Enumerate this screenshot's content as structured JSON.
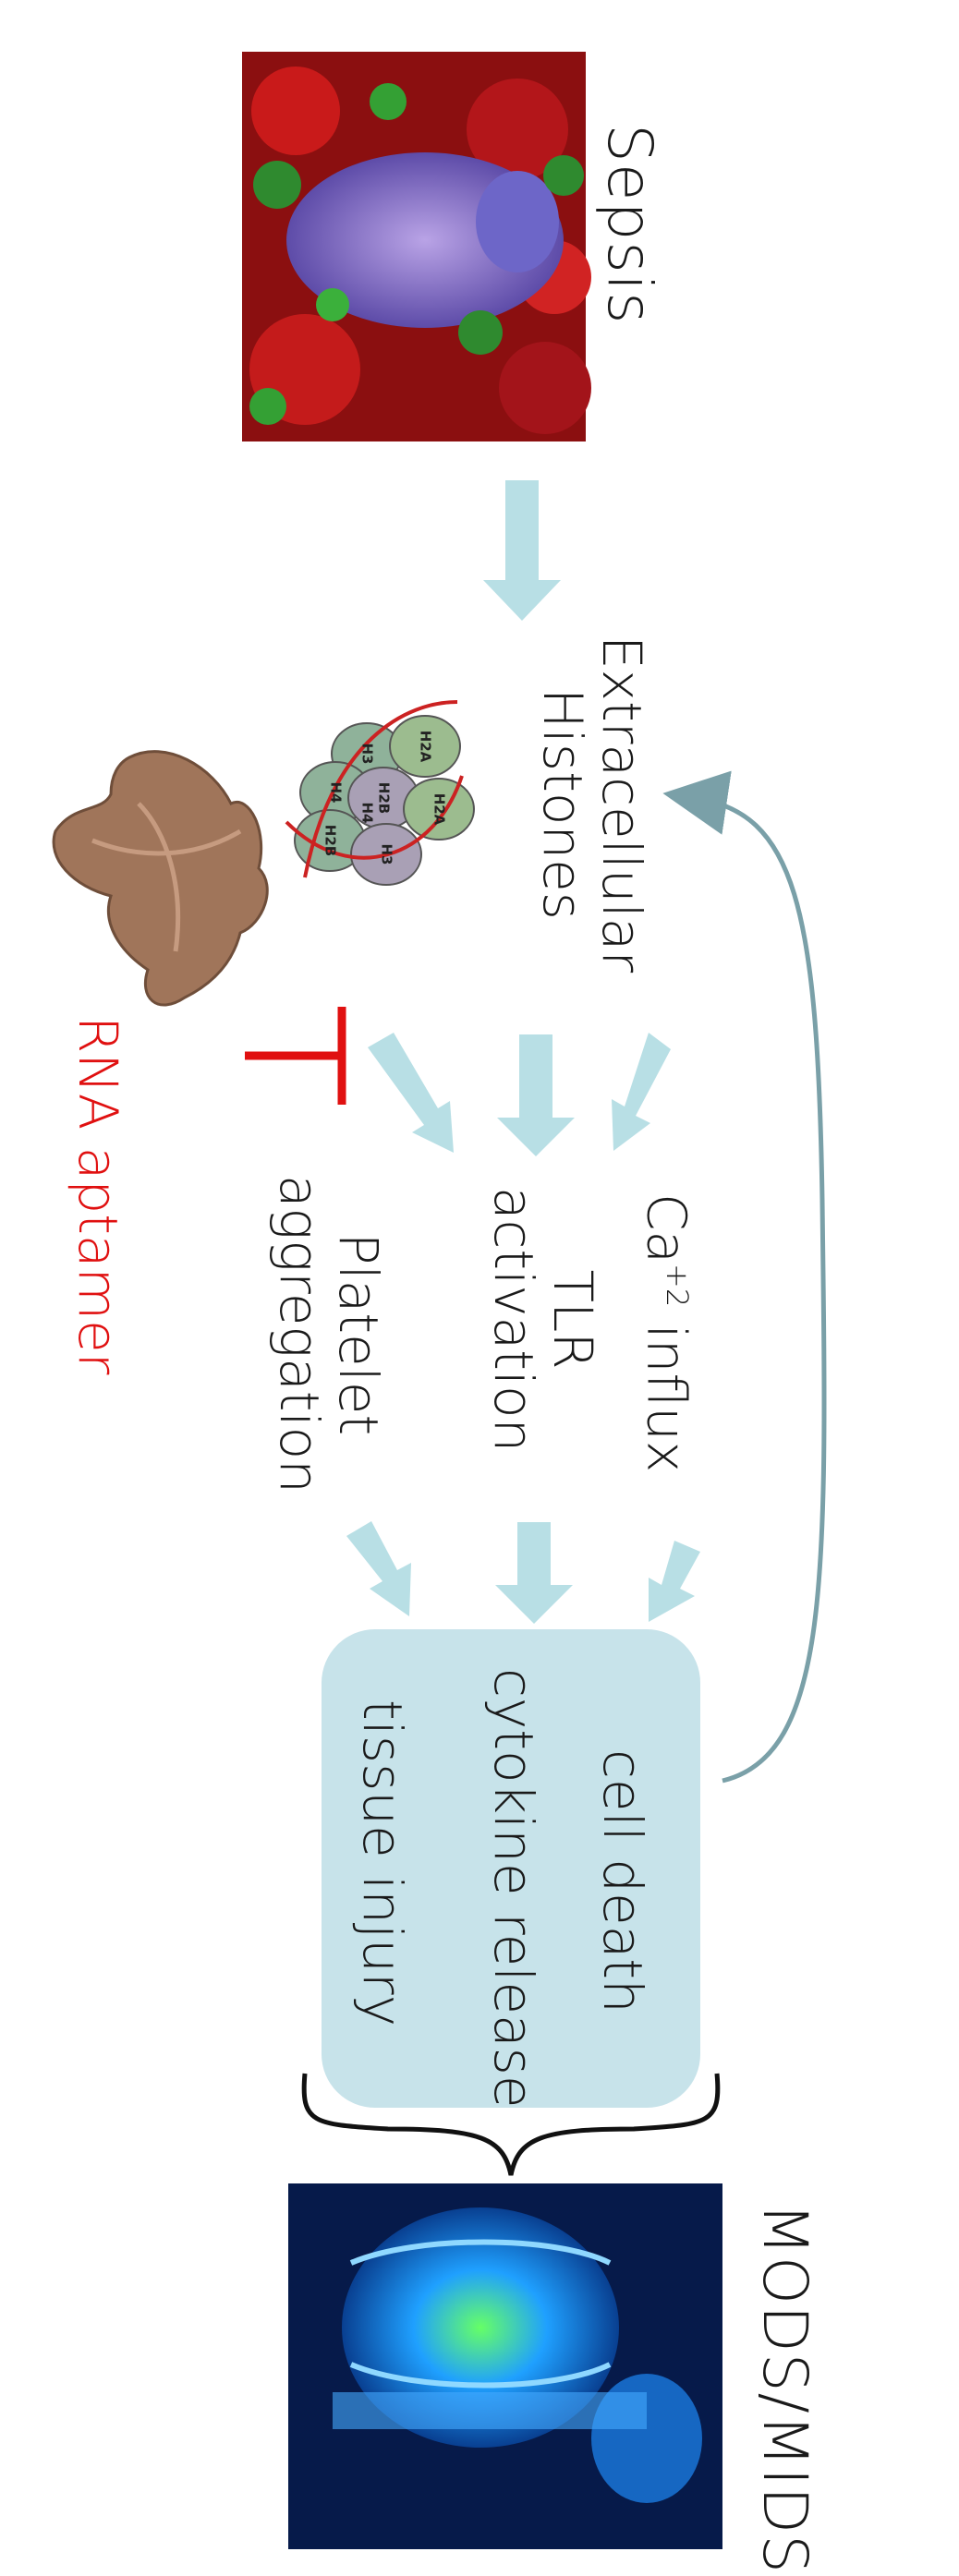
{
  "title": "Sepsis",
  "nodes": {
    "histones": "Extracellular\nHistones",
    "ca_influx_base": "Ca",
    "ca_influx_sup": "+2",
    "ca_influx_rest": " influx",
    "tlr": "TLR\nactivation",
    "platelet": "Platelet\naggregation",
    "inhibitor": "RNA aptamer",
    "outcomes": [
      "cell death",
      "cytokine release",
      "tissue injury"
    ],
    "final": "MODS/MIDS"
  },
  "histone_labels": [
    "H2A",
    "H3",
    "H2A",
    "H2B",
    "H4",
    "H3",
    "H2B",
    "H4"
  ],
  "colors": {
    "arrow": "#b8dfe5",
    "box": "#c7e3ea",
    "feedback": "#7aa0a8",
    "inhibit": "#e01010"
  }
}
